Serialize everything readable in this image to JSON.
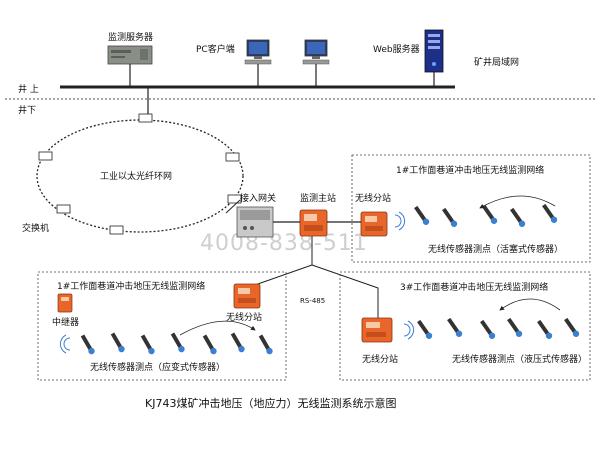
{
  "surface": {
    "monitor_server_label": "监测服务器",
    "pc_client_label": "PC客户端",
    "web_server_label": "Web服务器",
    "lan_label": "矿井局域网",
    "above_ground_label": "井 上",
    "below_ground_label": "井下"
  },
  "underground": {
    "ring_label": "工业以太光纤环网",
    "switch_label": "交换机",
    "gateway_label": "接入网关",
    "main_station_label": "监测主站",
    "wireless_substation_label": "无线分站",
    "rs485_label": "RS-485",
    "repeater_label": "中继器",
    "watermark_text": "4008-838-511"
  },
  "networks": {
    "top_right": {
      "title": "1#工作面巷道冲击地压无线监测网络",
      "sensor_label": "无线传感器测点（活塞式传感器）"
    },
    "bottom_left": {
      "title": "1#工作面巷道冲击地压无线监测网络",
      "substation_label": "无线分站",
      "sensor_label": "无线传感器测点（应变式传感器）"
    },
    "bottom_right": {
      "title": "3#工作面巷道冲击地压无线监测网络",
      "substation_label": "无线分站",
      "sensor_label": "无线传感器测点（液压式传感器）"
    }
  },
  "caption": "KJ743煤矿冲击地压（地应力）无线监测系统示意图",
  "colors": {
    "device_orange": "#e8662a",
    "line_dark": "#222222",
    "dash_gray": "#888888",
    "sensor_blue": "#3a7fd0"
  }
}
